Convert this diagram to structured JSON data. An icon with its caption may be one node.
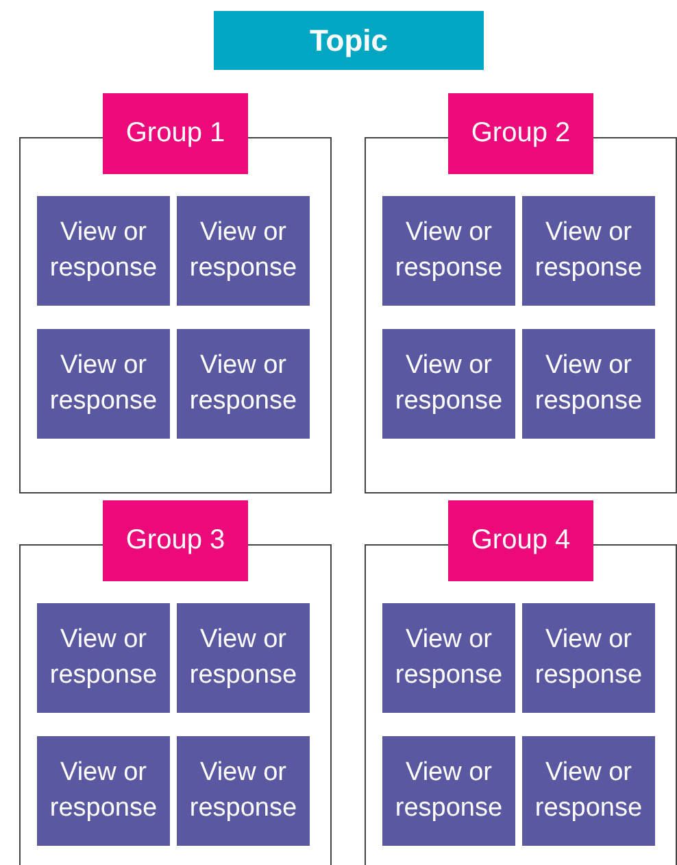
{
  "diagram": {
    "nodes": [
      {
        "text": [
          "Topic"
        ]
      },
      {
        "text": [
          "Group 1"
        ]
      },
      {
        "text": [
          "View or response"
        ],
        "in": 1
      },
      {
        "text": [
          "View or response"
        ],
        "in": 1
      },
      {
        "text": [
          "View or response"
        ],
        "in": 1
      },
      {
        "text": [
          "View or response"
        ],
        "in": 1
      },
      {
        "text": [
          "Group 2"
        ]
      },
      {
        "text": [
          "View or response"
        ],
        "in": 6
      },
      {
        "text": [
          "View or response"
        ],
        "in": 6
      },
      {
        "text": [
          "View or response"
        ],
        "in": 6
      },
      {
        "text": [
          "View or response"
        ],
        "in": 6
      },
      {
        "text": [
          "Group 3"
        ]
      },
      {
        "text": [
          "View or response"
        ],
        "in": 11
      },
      {
        "text": [
          "View or response"
        ],
        "in": 11
      },
      {
        "text": [
          "View or response"
        ],
        "in": 11
      },
      {
        "text": [
          "View or response"
        ],
        "in": 11
      },
      {
        "text": [
          "Group 4"
        ]
      },
      {
        "text": [
          "View or response"
        ],
        "in": 16
      },
      {
        "text": [
          "View or response"
        ],
        "in": 16
      },
      {
        "text": [
          "View or response"
        ],
        "in": 16
      },
      {
        "text": [
          "View or response"
        ],
        "in": 16
      }
    ]
  }
}
